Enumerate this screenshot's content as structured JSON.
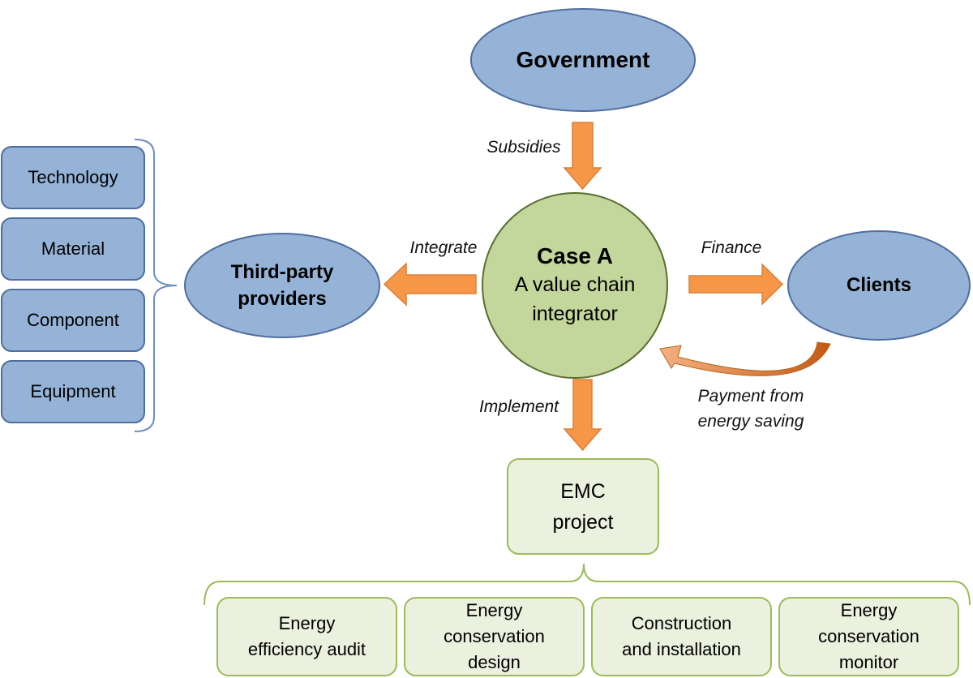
{
  "government": "Government",
  "center": {
    "title": "Case A",
    "subtitle": "A value chain\nintegrator"
  },
  "third_party": "Third-party\nproviders",
  "clients": "Clients",
  "edges": {
    "subsidies": "Subsidies",
    "integrate": "Integrate",
    "finance": "Finance",
    "implement": "Implement",
    "payment": "Payment from\nenergy saving"
  },
  "providers": [
    "Technology",
    "Material",
    "Component",
    "Equipment"
  ],
  "emc": "EMC\nproject",
  "emc_items": [
    "Energy\nefficiency audit",
    "Energy\nconservation\ndesign",
    "Construction\nand installation",
    "Energy\nconservation\nmonitor"
  ],
  "colors": {
    "blue_fill": "#95B3D7",
    "blue_stroke": "#4F6E9F",
    "green_fill": "#C3D69B",
    "green_stroke": "#5A6E2F",
    "pale_green_fill": "#EBF1DE",
    "pale_green_stroke": "#9BBB59",
    "arrow_fill": "#F79646",
    "arrow_stroke": "#D9803A"
  }
}
